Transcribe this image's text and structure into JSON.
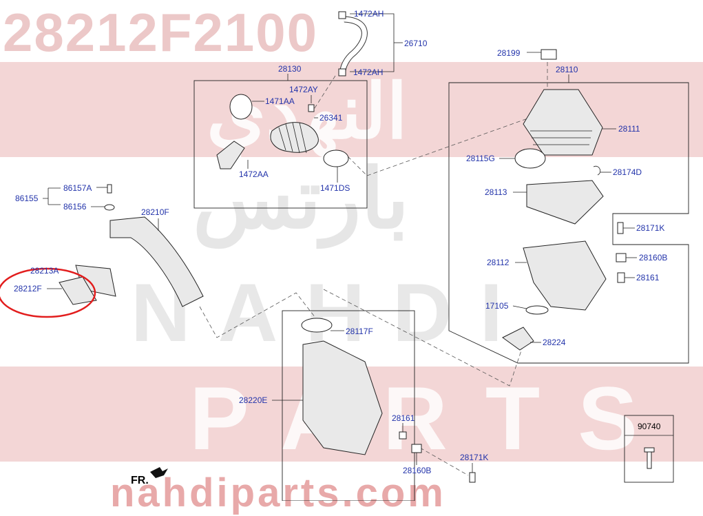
{
  "watermarks": {
    "part_number": "28212F2100",
    "arabic_top": "النهدي",
    "arabic_mid": "بارتس",
    "nahdi": "NAHDI",
    "parts": "PARTS",
    "url": "nahdiparts.com"
  },
  "labels": {
    "l1472AH_top": "1472AH",
    "l26710": "26710",
    "l1472AH_bot": "1472AH",
    "l28130": "28130",
    "l1472AY": "1472AY",
    "l1471AA": "1471AA",
    "l26341": "26341",
    "l1472AA": "1472AA",
    "l1471DS": "1471DS",
    "l28199": "28199",
    "l28110": "28110",
    "l28111": "28111",
    "l28115G": "28115G",
    "l28174D": "28174D",
    "l28113": "28113",
    "l28171K_right": "28171K",
    "l28112": "28112",
    "l28160B_right": "28160B",
    "l28161_right": "28161",
    "l17105": "17105",
    "l28224": "28224",
    "l86157A": "86157A",
    "l86155": "86155",
    "l86156": "86156",
    "l28210F": "28210F",
    "l28213A": "28213A",
    "l28212F": "28212F",
    "l28117F": "28117F",
    "l28220E": "28220E",
    "l28161_bot": "28161",
    "l28160B_bot": "28160B",
    "l28171K_bot": "28171K",
    "l90740": "90740",
    "fr": "FR."
  },
  "colors": {
    "label_blue": "#2233aa",
    "highlight_red": "#e21d1d",
    "watermark_pink": "#f1cfcf"
  }
}
